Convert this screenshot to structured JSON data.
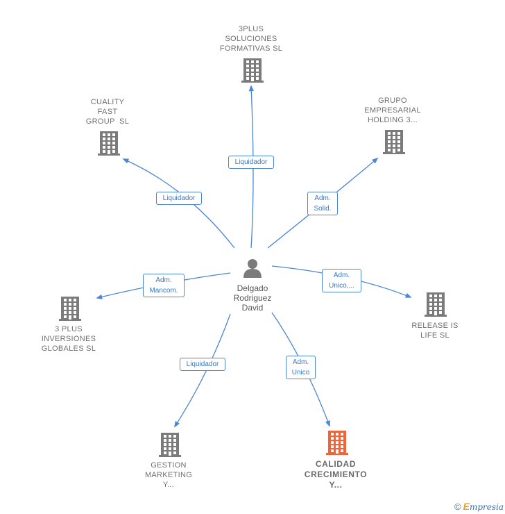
{
  "center": {
    "lines": [
      "Delgado",
      "Rodriguez",
      "David"
    ],
    "icon": "person-icon"
  },
  "companies": [
    {
      "id": "3plus-soluciones",
      "lines": [
        "3PLUS",
        "SOLUCIONES",
        "FORMATIVAS SL"
      ],
      "icon": "building-icon",
      "highlight": false
    },
    {
      "id": "cuality-fast",
      "lines": [
        "CUALITY",
        "FAST",
        "GROUP  SL"
      ],
      "icon": "building-icon",
      "highlight": false
    },
    {
      "id": "grupo-empresarial",
      "lines": [
        "GRUPO",
        "EMPRESARIAL",
        "HOLDING 3..."
      ],
      "icon": "building-icon",
      "highlight": false
    },
    {
      "id": "3-plus-inversiones",
      "lines": [
        "3 PLUS",
        "INVERSIONES",
        "GLOBALES SL"
      ],
      "icon": "building-icon",
      "highlight": false
    },
    {
      "id": "release-is-life",
      "lines": [
        "RELEASE IS",
        "LIFE SL"
      ],
      "icon": "building-icon",
      "highlight": false
    },
    {
      "id": "gestion-marketing",
      "lines": [
        "GESTION",
        "MARKETING",
        "Y..."
      ],
      "icon": "building-icon",
      "highlight": false
    },
    {
      "id": "calidad-crecimiento",
      "lines": [
        "CALIDAD",
        "CRECIMIENTO",
        "Y..."
      ],
      "icon": "building-icon",
      "highlight": true
    }
  ],
  "edges": [
    {
      "to": "3plus-soluciones",
      "label": [
        "Liquidador"
      ]
    },
    {
      "to": "cuality-fast",
      "label": [
        "Liquidador"
      ]
    },
    {
      "to": "grupo-empresarial",
      "label": [
        "Adm.",
        "Solid."
      ]
    },
    {
      "to": "3-plus-inversiones",
      "label": [
        "Adm.",
        "Mancom."
      ]
    },
    {
      "to": "release-is-life",
      "label": [
        "Adm.",
        "Unico,..."
      ]
    },
    {
      "to": "gestion-marketing",
      "label": [
        "Liquidador"
      ]
    },
    {
      "to": "calidad-crecimiento",
      "label": [
        "Adm.",
        "Unico"
      ]
    }
  ],
  "colors": {
    "edge": "#4a86d3",
    "building": "#7b7b7b",
    "building_highlight": "#f0643a",
    "person": "#7b7b7b"
  },
  "footer": {
    "copyright": "©",
    "brand_first": "E",
    "brand_rest": "mpresia",
    "icon": "copyright-icon"
  }
}
